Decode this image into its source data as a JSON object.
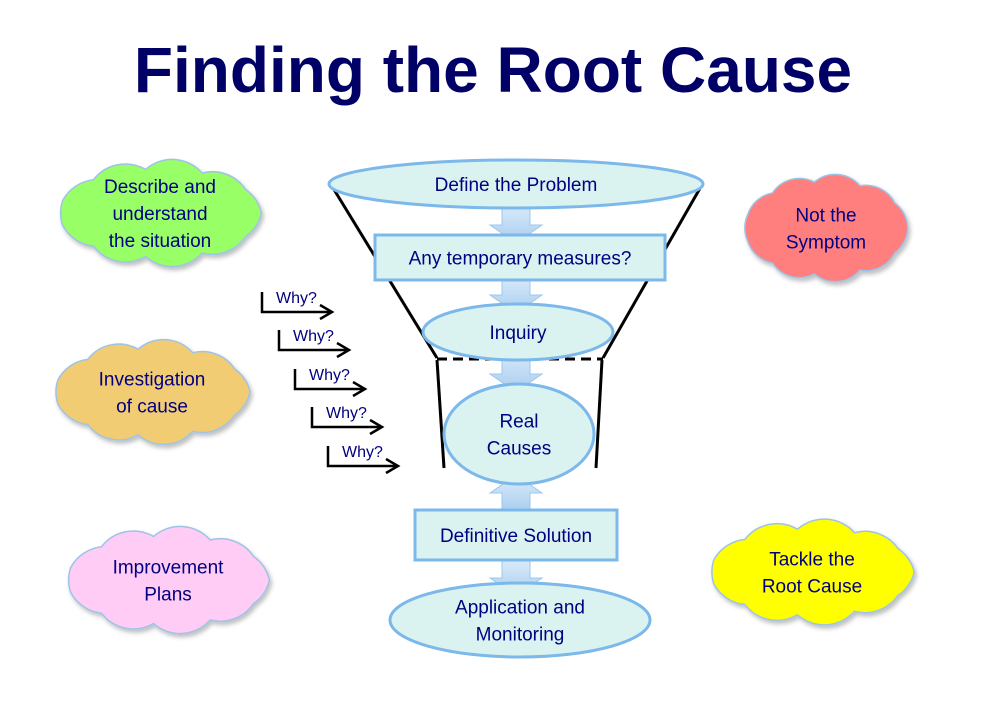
{
  "title": "Finding the Root Cause",
  "colors": {
    "title": "#000066",
    "text": "#000080",
    "shape_fill": "#daf2f0",
    "shape_stroke": "#7cb8ea",
    "arrow_fill": "#c5dff5",
    "funnel_line": "#000000"
  },
  "funnel_steps": [
    {
      "id": "define",
      "shape": "ellipse",
      "lines": [
        "Define the Problem"
      ]
    },
    {
      "id": "temporary",
      "shape": "rect",
      "lines": [
        "Any temporary measures?"
      ]
    },
    {
      "id": "inquiry",
      "shape": "ellipse",
      "lines": [
        "Inquiry"
      ]
    },
    {
      "id": "real-causes",
      "shape": "ellipse",
      "lines": [
        "Real",
        "Causes"
      ]
    },
    {
      "id": "definitive",
      "shape": "rect",
      "lines": [
        "Definitive Solution"
      ]
    },
    {
      "id": "application",
      "shape": "ellipse",
      "lines": [
        "Application and",
        "Monitoring"
      ]
    }
  ],
  "why_steps": [
    "Why?",
    "Why?",
    "Why?",
    "Why?",
    "Why?"
  ],
  "clouds": [
    {
      "id": "describe",
      "lines": [
        "Describe and",
        "understand",
        "the situation"
      ],
      "color": "#99ff66"
    },
    {
      "id": "investigation",
      "lines": [
        "Investigation",
        "of cause"
      ],
      "color": "#f2cc73"
    },
    {
      "id": "improvement",
      "lines": [
        "Improvement",
        "Plans"
      ],
      "color": "#ffccf5"
    },
    {
      "id": "not-symptom",
      "lines": [
        "Not the",
        "Symptom"
      ],
      "color": "#ff7f7f"
    },
    {
      "id": "tackle",
      "lines": [
        "Tackle the",
        "Root Cause"
      ],
      "color": "#ffff00"
    }
  ]
}
